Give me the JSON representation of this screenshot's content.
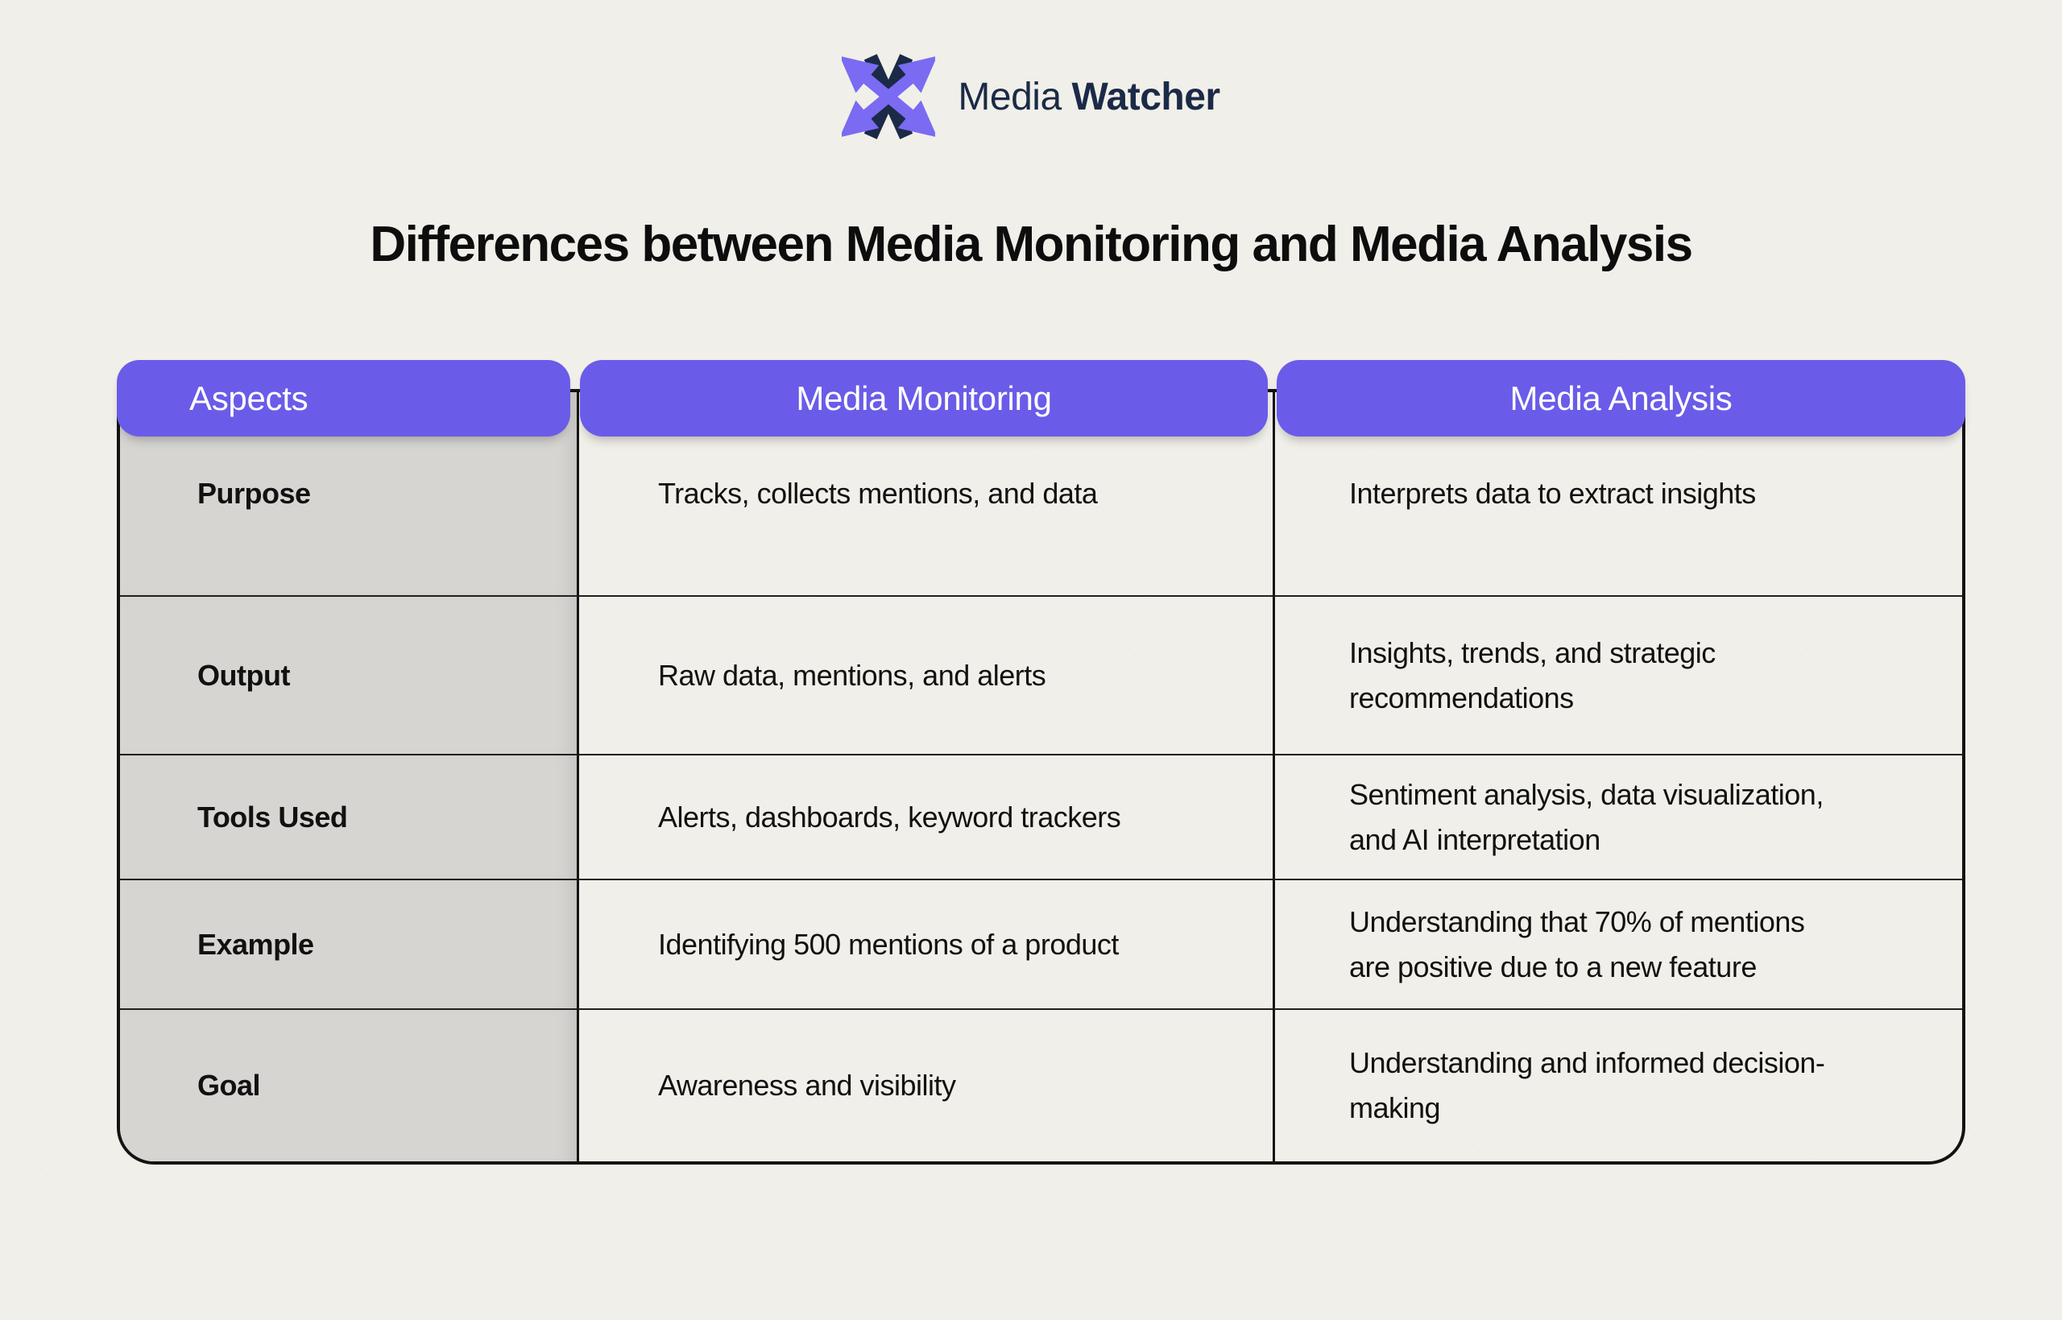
{
  "brand": {
    "name_regular": "Media",
    "name_bold": "Watcher",
    "icon": "x-arrows-icon"
  },
  "title": "Differences between Media Monitoring and Media Analysis",
  "table": {
    "headers": [
      {
        "label": "Aspects"
      },
      {
        "label": "Media Monitoring"
      },
      {
        "label": "Media Analysis"
      }
    ],
    "rows": [
      {
        "aspect": "Purpose",
        "monitoring": "Tracks, collects mentions, and data",
        "analysis": "Interprets data to extract insights"
      },
      {
        "aspect": "Output",
        "monitoring": "Raw data, mentions, and alerts",
        "analysis": "Insights, trends, and strategic recommendations"
      },
      {
        "aspect": "Tools Used",
        "monitoring": "Alerts, dashboards, keyword trackers",
        "analysis": "Sentiment analysis, data visualization, and AI interpretation"
      },
      {
        "aspect": "Example",
        "monitoring": "Identifying 500 mentions of a product",
        "analysis": "Understanding that 70% of mentions are positive due to a new feature"
      },
      {
        "aspect": "Goal",
        "monitoring": "Awareness and visibility",
        "analysis": "Understanding and informed decision-making"
      }
    ]
  },
  "colors": {
    "background": "#F1EFE9",
    "accent_purple": "#6A5CE8",
    "icon_purple": "#7A6BF2",
    "navy": "#1B2A47",
    "aspect_column_gray": "#D6D5D2",
    "text": "#111111",
    "border": "#131313",
    "header_text": "#FFFFFF"
  }
}
